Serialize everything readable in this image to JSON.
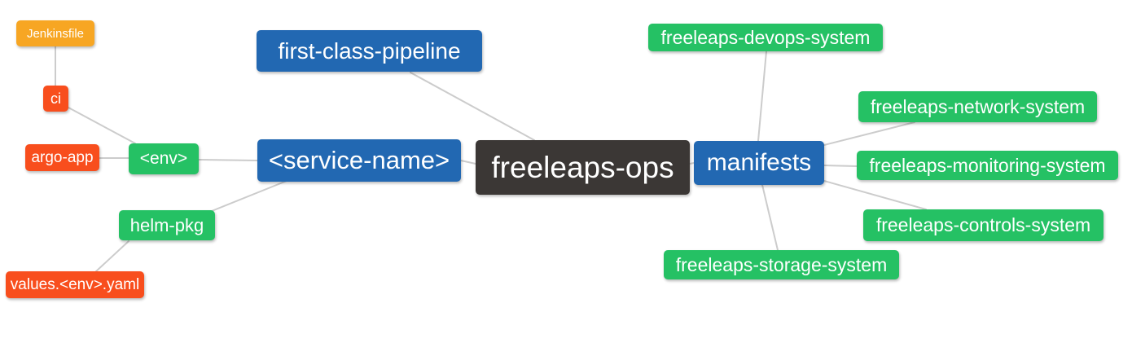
{
  "diagram": {
    "type": "mindmap",
    "root_label": "freeleaps-ops",
    "nodes": {
      "freeleaps_ops": {
        "label": "freeleaps-ops",
        "color": "#3b3735",
        "level": 0
      },
      "service_name": {
        "label": "<service-name>",
        "color": "#2268b2",
        "level": 1
      },
      "first_class_pipeline": {
        "label": "first-class-pipeline",
        "color": "#2268b2",
        "level": 1
      },
      "manifests": {
        "label": "manifests",
        "color": "#2268b2",
        "level": 1
      },
      "env": {
        "label": "<env>",
        "color": "#25c164",
        "level": 2
      },
      "helm_pkg": {
        "label": "helm-pkg",
        "color": "#25c164",
        "level": 2
      },
      "freeleaps_devops_system": {
        "label": "freeleaps-devops-system",
        "color": "#25c164",
        "level": 2
      },
      "freeleaps_network_system": {
        "label": "freeleaps-network-system",
        "color": "#25c164",
        "level": 2
      },
      "freeleaps_monitoring_system": {
        "label": "freeleaps-monitoring-system",
        "color": "#25c164",
        "level": 2
      },
      "freeleaps_controls_system": {
        "label": "freeleaps-controls-system",
        "color": "#25c164",
        "level": 2
      },
      "freeleaps_storage_system": {
        "label": "freeleaps-storage-system",
        "color": "#25c164",
        "level": 2
      },
      "ci": {
        "label": "ci",
        "color": "#f84e1d",
        "level": 3
      },
      "argo_app": {
        "label": "argo-app",
        "color": "#f84e1d",
        "level": 3
      },
      "values_env_yaml": {
        "label": "values.<env>.yaml",
        "color": "#f84e1d",
        "level": 3
      },
      "jenkinsfile": {
        "label": "Jenkinsfile",
        "color": "#f7a623",
        "level": 4
      }
    },
    "edges": [
      {
        "from": "jenkinsfile",
        "to": "ci"
      },
      {
        "from": "ci",
        "to": "env"
      },
      {
        "from": "argo_app",
        "to": "env"
      },
      {
        "from": "env",
        "to": "service_name"
      },
      {
        "from": "helm_pkg",
        "to": "service_name"
      },
      {
        "from": "values_env_yaml",
        "to": "helm_pkg"
      },
      {
        "from": "service_name",
        "to": "freeleaps_ops"
      },
      {
        "from": "first_class_pipeline",
        "to": "freeleaps_ops"
      },
      {
        "from": "freeleaps_ops",
        "to": "manifests"
      },
      {
        "from": "manifests",
        "to": "freeleaps_devops_system"
      },
      {
        "from": "manifests",
        "to": "freeleaps_network_system"
      },
      {
        "from": "manifests",
        "to": "freeleaps_monitoring_system"
      },
      {
        "from": "manifests",
        "to": "freeleaps_controls_system"
      },
      {
        "from": "manifests",
        "to": "freeleaps_storage_system"
      }
    ],
    "colors": {
      "root": "#3b3735",
      "branch": "#2268b2",
      "leaf_green": "#25c164",
      "leaf_red": "#f84e1d",
      "leaf_orange": "#f7a623",
      "edge": "#cccccc",
      "text": "#ffffff",
      "background": "#ffffff"
    }
  }
}
